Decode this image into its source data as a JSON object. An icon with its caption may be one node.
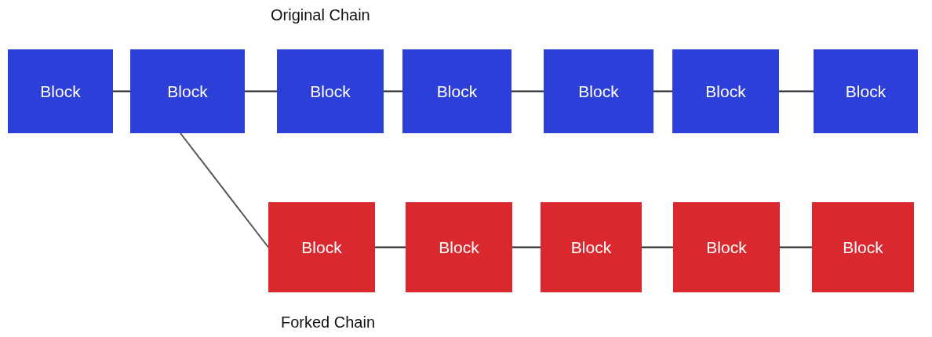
{
  "diagram": {
    "nodes": [
      {
        "text": [
          "Block"
        ]
      },
      {
        "text": [
          "Block"
        ]
      },
      {
        "text": [
          "Block"
        ]
      },
      {
        "text": [
          "Block"
        ]
      },
      {
        "text": [
          "Block"
        ]
      },
      {
        "text": [
          "Block"
        ]
      },
      {
        "text": [
          "Block"
        ]
      },
      {
        "text": [
          "Block"
        ]
      },
      {
        "text": [
          "Block"
        ]
      },
      {
        "text": [
          "Block"
        ]
      },
      {
        "text": [
          "Block"
        ]
      },
      {
        "text": [
          "Block"
        ]
      }
    ],
    "edges": [
      {
        "from": 0,
        "to": 1,
        "arrow": "none"
      },
      {
        "from": 1,
        "to": 2,
        "arrow": "none"
      },
      {
        "from": 2,
        "to": 3,
        "arrow": "none"
      },
      {
        "from": 3,
        "to": 4,
        "arrow": "none"
      },
      {
        "from": 4,
        "to": 5,
        "arrow": "none"
      },
      {
        "from": 5,
        "to": 6,
        "arrow": "none"
      },
      {
        "from": 1,
        "to": 7,
        "arrow": "none"
      },
      {
        "from": 7,
        "to": 8,
        "arrow": "none"
      },
      {
        "from": 8,
        "to": 9,
        "arrow": "none"
      },
      {
        "from": 9,
        "to": 10,
        "arrow": "none"
      },
      {
        "from": 10,
        "to": 11,
        "arrow": "none"
      }
    ],
    "labels": [
      "Original Chain",
      "Forked Chain"
    ]
  }
}
